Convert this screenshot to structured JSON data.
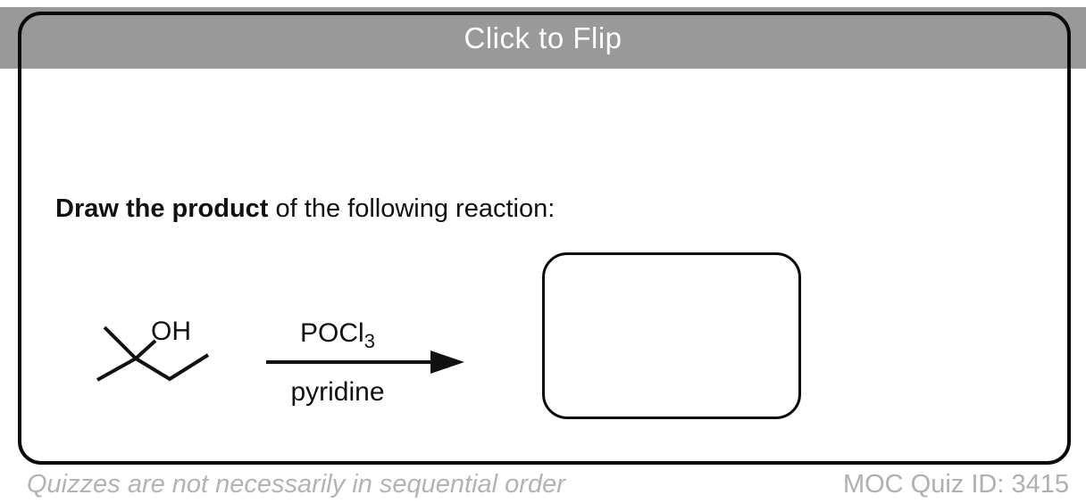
{
  "header": {
    "flip_label": "Click to Flip"
  },
  "question": {
    "prompt_bold": "Draw the product",
    "prompt_rest": " of the following reaction:"
  },
  "reaction": {
    "substrate_label": "OH",
    "reagent_above_main": "POCl",
    "reagent_above_subscript": "3",
    "reagent_below": "pyridine"
  },
  "footer": {
    "left_note": "Quizzes are not necessarily in sequential order",
    "quiz_id_label": "MOC Quiz ID: 3415"
  },
  "colors": {
    "header_bar": "#999999",
    "card_border": "#0a0a0a",
    "footer_text": "#b3b3b3",
    "flip_label_text": "#ffffff"
  }
}
